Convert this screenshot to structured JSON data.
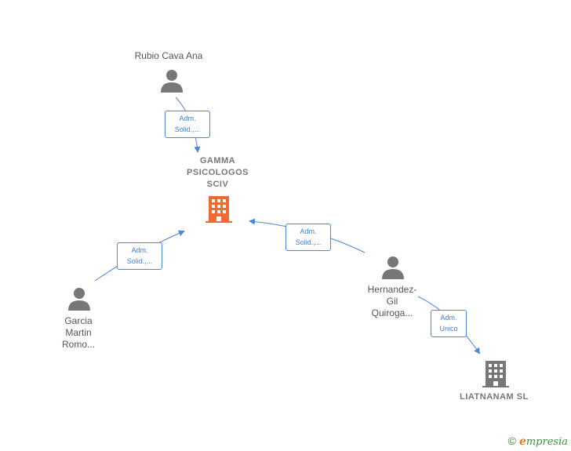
{
  "nodes": {
    "rubio": {
      "label": "Rubio Cava Ana"
    },
    "gamma": {
      "label_lines": [
        "GAMMA",
        "PSICOLOGOS",
        "SCIV"
      ]
    },
    "garcia": {
      "label_lines": [
        "Garcia",
        "Martin",
        "Romo..."
      ]
    },
    "hernandez": {
      "label_lines": [
        "Hernandez-",
        "Gil",
        "Quiroga..."
      ]
    },
    "liatnanam": {
      "label": "LIATNANAM SL"
    }
  },
  "edges": {
    "rubio_gamma": {
      "lines": [
        "Adm.",
        "Solid.,..."
      ]
    },
    "garcia_gamma": {
      "lines": [
        "Adm.",
        "Solid.,..."
      ]
    },
    "hernandez_gamma": {
      "lines": [
        "Adm.",
        "Solid.,..."
      ]
    },
    "hernandez_liatnanam": {
      "lines": [
        "Adm.",
        "Unico"
      ]
    }
  },
  "footer": {
    "copyright": "©",
    "brand_initial": "e",
    "brand_rest": "mpresia"
  },
  "colors": {
    "edge": "#4a88d8",
    "person_icon": "#777777",
    "focus_company": "#f06a35",
    "company": "#777777"
  }
}
